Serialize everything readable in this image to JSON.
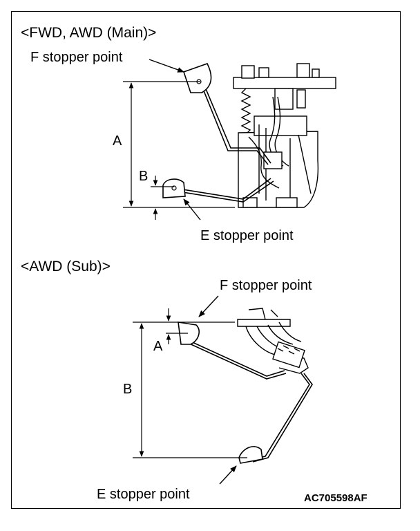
{
  "section_main": {
    "heading": "<FWD, AWD (Main)>",
    "f_stopper_label": "F stopper point",
    "e_stopper_label": "E stopper point",
    "dim_a": "A",
    "dim_b": "B"
  },
  "section_sub": {
    "heading": "<AWD (Sub)>",
    "f_stopper_label": "F stopper point",
    "e_stopper_label": "E stopper point",
    "dim_a": "A",
    "dim_b": "B"
  },
  "figure_code": "AC705598AF",
  "colors": {
    "ink": "#000000",
    "paper": "#ffffff",
    "shade": "#d8d8d8"
  }
}
